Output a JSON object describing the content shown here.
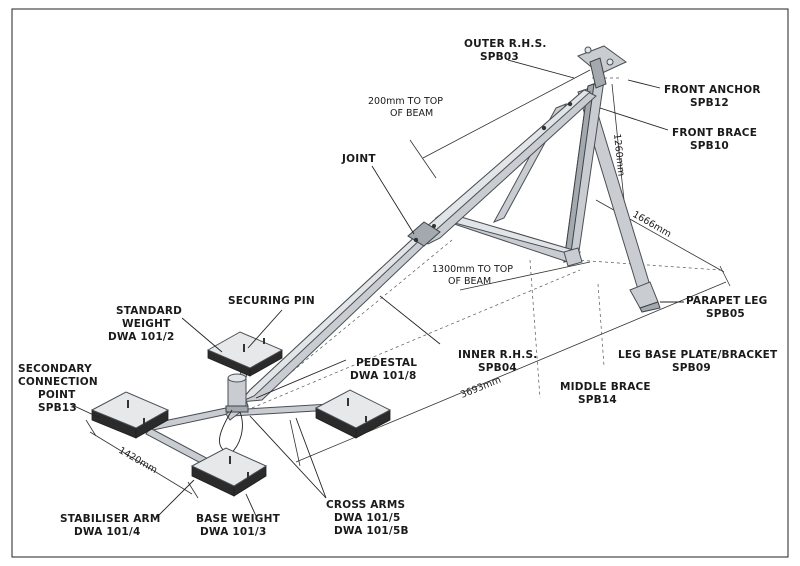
{
  "labels": {
    "outer_rhs": [
      "OUTER R.H.S.",
      "SPB03"
    ],
    "front_anchor": [
      "FRONT ANCHOR",
      "SPB12"
    ],
    "front_brace": [
      "FRONT BRACE",
      "SPB10"
    ],
    "top_beam_200": [
      "200mm TO TOP",
      "OF BEAM"
    ],
    "joint": "JOINT",
    "securing_pin": "SECURING PIN",
    "standard_weight": [
      "STANDARD",
      "WEIGHT",
      "DWA 101/2"
    ],
    "secondary_connection": [
      "SECONDARY",
      "CONNECTION",
      "POINT",
      "SPB13"
    ],
    "pedestal": [
      "PEDESTAL",
      "DWA 101/8"
    ],
    "top_beam_1300": [
      "1300mm TO TOP",
      "OF BEAM"
    ],
    "inner_rhs": [
      "INNER R.H.S.",
      "SPB04"
    ],
    "parapet_leg": [
      "PARAPET LEG",
      "SPB05"
    ],
    "leg_base_plate": [
      "LEG BASE PLATE/BRACKET",
      "SPB09"
    ],
    "middle_brace": [
      "MIDDLE BRACE",
      "SPB14"
    ],
    "stabiliser_arm": [
      "STABILISER ARM",
      "DWA 101/4"
    ],
    "base_weight": [
      "BASE WEIGHT",
      "DWA 101/3"
    ],
    "cross_arms": [
      "CROSS ARMS",
      "DWA 101/5",
      "DWA 101/5B"
    ]
  },
  "dimensions": {
    "height_1260": "1260mm",
    "span_1666": "1666mm",
    "length_3693": "3693mm",
    "arm_1420": "1420mm"
  }
}
